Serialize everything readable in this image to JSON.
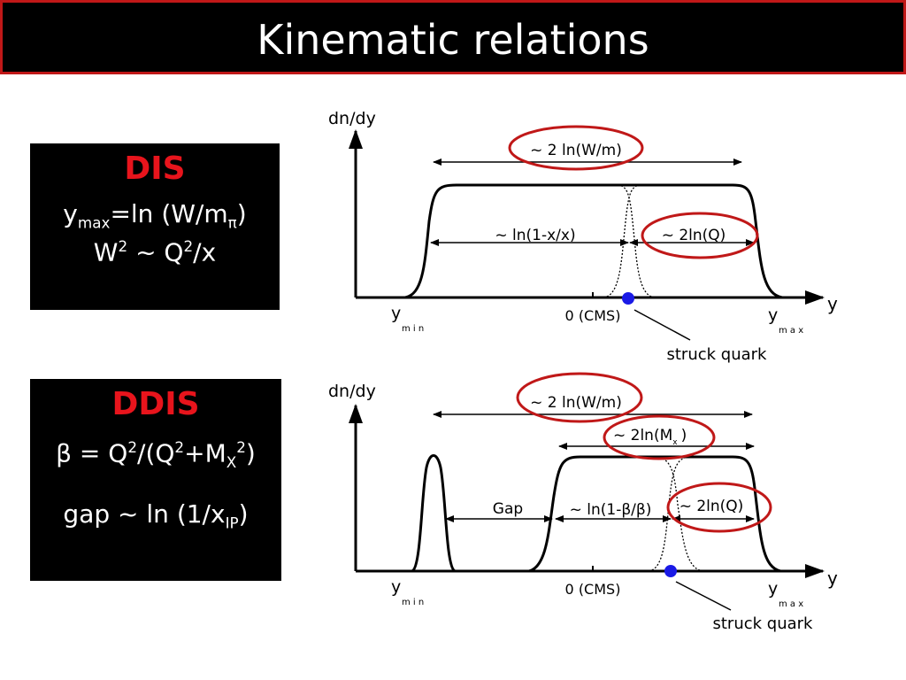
{
  "slide": {
    "title": "Kinematic relations"
  },
  "dis_box": {
    "heading": "DIS",
    "formula1": {
      "base": "y",
      "sub": "max",
      "rest": "=ln (W/m",
      "sub2": "π",
      "close": ")"
    },
    "formula2": {
      "w": "W",
      "sup1": "2",
      "mid": " ~ Q",
      "sup2": "2",
      "rest": "/x"
    }
  },
  "ddis_box": {
    "heading": "DDIS",
    "formula1": {
      "beta": "β",
      "eq": " = Q",
      "sup1": "2",
      "mid": "/(Q",
      "sup2": "2",
      "plus": "+M",
      "sub": "X",
      "sup3": "2",
      "close": ")"
    },
    "formula2": {
      "text": "gap ~ ln (1/x",
      "sub": "IP",
      "close": ")"
    }
  },
  "top_diagram": {
    "y_axis_label": "dn/dy",
    "x_axis_label": "y",
    "label_wm": "~ 2 ln(W/m)",
    "label_lnx": "~ ln(1-x/x)",
    "label_lnq": "~ 2ln(Q)",
    "ymin": "y",
    "ymin_sub": "m i n",
    "cms": "0 (CMS)",
    "ymax": "y",
    "ymax_sub": "m a x",
    "struck": "struck quark"
  },
  "bottom_diagram": {
    "y_axis_label": "dn/dy",
    "x_axis_label": "y",
    "label_wm": "~ 2 ln(W/m)",
    "label_mx": "~ 2ln(M",
    "label_mx_sub": "x",
    "label_mx_close": ")",
    "label_gap": "Gap",
    "label_lnb": "~ ln(1-β/β)",
    "label_lnq": "~ 2ln(Q)",
    "ymin": "y",
    "ymin_sub": "m i n",
    "cms": "0 (CMS)",
    "ymax": "y",
    "ymax_sub": "m a x",
    "struck": "struck quark"
  },
  "colors": {
    "red": "#c01818",
    "blue": "#1a1ae6",
    "heading_red": "#e8141c"
  }
}
